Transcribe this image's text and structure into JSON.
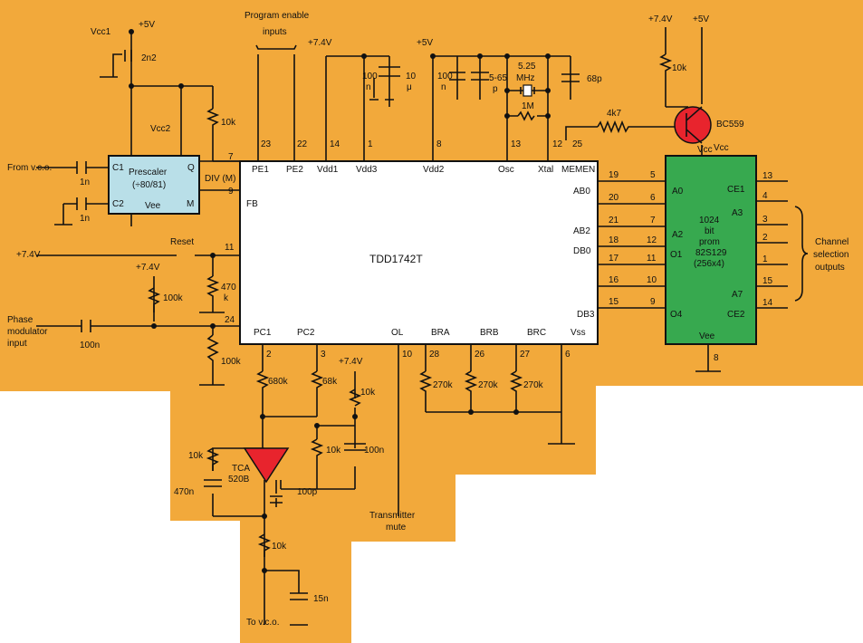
{
  "colors": {
    "background": "#f2a93b",
    "chip": "#ffffff",
    "prescaler": "#b9dfe8",
    "prom": "#37a94f",
    "transistor": "#e8242d",
    "opamp": "#e8242d",
    "wire": "#111111"
  },
  "top": {
    "program_enable": "Program enable",
    "inputs": "inputs",
    "vcc1": "Vcc1",
    "plus5_a": "+5V",
    "cap_2n2": "2n2",
    "vcc2": "Vcc2",
    "res_10k_pre": "10k",
    "plus74_a": "+7.4V",
    "plus5_b": "+5V",
    "cap_100n_a": "100",
    "cap_100n_a2": "n",
    "cap_10u": "10",
    "cap_10u2": "μ",
    "cap_100n_b": "100",
    "cap_100n_b2": "n",
    "cap_5_65": "5-65",
    "cap_5_65b": "p",
    "xtal_freq": "5.25",
    "xtal_mhz": "MHz",
    "res_1m": "1M",
    "cap_68p": "68p",
    "plus74_b": "+7.4V",
    "plus5_c": "+5V",
    "res_10k_tr": "10k",
    "res_4k7": "4k7",
    "transistor": "BC559",
    "vcc_tr": "Vcc"
  },
  "prescaler": {
    "title": "Prescaler",
    "ratio": "(÷80/81)",
    "c1": "C1",
    "c2": "C2",
    "q": "Q",
    "m": "M",
    "vee": "Vee",
    "div": "DIV (M)",
    "from_vco": "From v.c.o.",
    "cap_1n_a": "1n",
    "cap_1n_b": "1n"
  },
  "chip": {
    "name": "TDD1742T",
    "pe1": "PE1",
    "pe2": "PE2",
    "vdd1": "Vdd1",
    "vdd3": "Vdd3",
    "vdd2": "Vdd2",
    "osc": "Osc",
    "xtal": "Xtal",
    "memen": "MEMEN",
    "fb": "FB",
    "ab0": "AB0",
    "ab2": "AB2",
    "db0": "DB0",
    "db3": "DB3",
    "pc1": "PC1",
    "pc2": "PC2",
    "ol": "OL",
    "bra": "BRA",
    "brb": "BRB",
    "brc": "BRC",
    "vss": "Vss"
  },
  "pins": {
    "p23": "23",
    "p22": "22",
    "p14": "14",
    "p1": "1",
    "p8": "8",
    "p13": "13",
    "p12": "12",
    "p25": "25",
    "p7": "7",
    "p9": "9",
    "p11": "11",
    "p24": "24",
    "p19": "19",
    "p20": "20",
    "p21": "21",
    "p18": "18",
    "p17": "17",
    "p16": "16",
    "p15": "15",
    "p2": "2",
    "p3": "3",
    "p10": "10",
    "p28": "28",
    "p26": "26",
    "p27": "27",
    "p6": "6",
    "w5": "5",
    "w6": "6",
    "w7": "7",
    "w12": "12",
    "w11": "11",
    "w10": "10",
    "w9": "9"
  },
  "left": {
    "supply": "+7.4V",
    "reset": "Reset",
    "res_470k": "470",
    "res_470k2": "k",
    "plus74": "+7.4V",
    "res_100k_a": "100k",
    "phase1": "Phase",
    "phase2": "modulator",
    "phase3": "input",
    "cap_100n": "100n",
    "res_100k_b": "100k"
  },
  "prom": {
    "l1": "1024",
    "l2": "bit",
    "l3": "prom",
    "l4": "82S129",
    "l5": "(256x4)",
    "a0": "A0",
    "a2": "A2",
    "o1": "O1",
    "o4": "O4",
    "a3": "A3",
    "a7": "A7",
    "ce1": "CE1",
    "ce2": "CE2",
    "vcc": "Vcc",
    "vee": "Vee",
    "pin8": "8",
    "out_pins": [
      "13",
      "4",
      "3",
      "2",
      "1",
      "15",
      "14"
    ],
    "channel1": "Channel",
    "channel2": "selection",
    "channel3": "outputs"
  },
  "bottom": {
    "res_680k": "680k",
    "res_68k": "68k",
    "plus74": "+7.4V",
    "res_10k_a": "10k",
    "res_270k_a": "270k",
    "res_270k_b": "270k",
    "res_270k_c": "270k",
    "pot_10k": "10k",
    "opamp1": "TCA",
    "opamp2": "520B",
    "res_10k_b": "10k",
    "cap_100n": "100n",
    "cap_470n": "470n",
    "cap_100p": "100p",
    "res_10k_c": "10k",
    "cap_15n": "15n",
    "to_vco": "To v.c.o.",
    "mute1": "Transmitter",
    "mute2": "mute"
  }
}
